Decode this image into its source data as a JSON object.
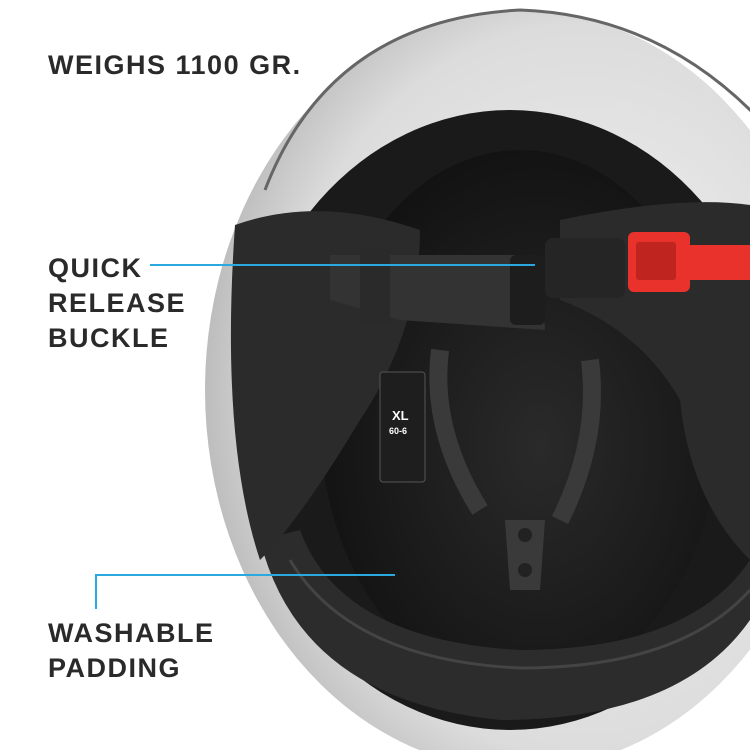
{
  "callouts": {
    "weight": "WEIGHS 1100 GR.",
    "buckle": [
      "QUICK",
      "RELEASE",
      "BUCKLE"
    ],
    "padding": [
      "WASHABLE",
      "PADDING"
    ]
  },
  "size_tag": {
    "size": "XL",
    "range": "60-6"
  },
  "colors": {
    "accent_line": "#29a9e0",
    "text": "#2a2a2a",
    "buckle": "#e8322b"
  }
}
